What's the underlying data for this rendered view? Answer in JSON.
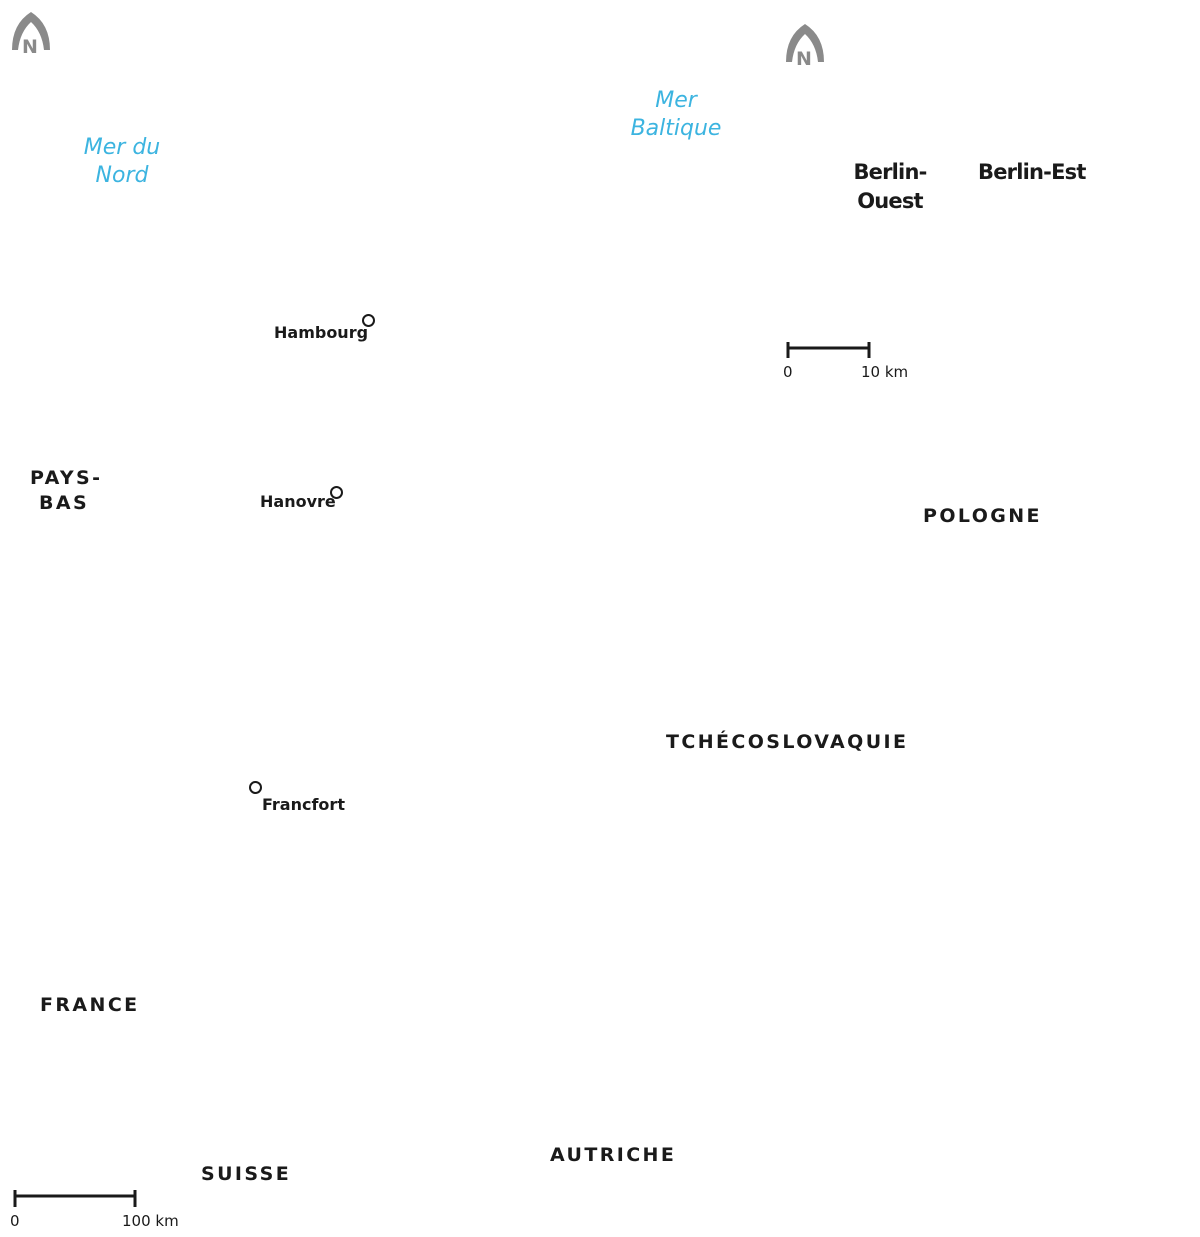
{
  "colors": {
    "sea_label": "#3cb4e0",
    "text": "#1a1a1a",
    "north_arrow": "#8a8a8a"
  },
  "left_map": {
    "north_arrow": {
      "icon": "north-arrow-icon",
      "label": "N"
    },
    "seas": {
      "north_sea": "Mer du\nNord"
    },
    "countries": {
      "netherlands": "PAYS-\nBAS",
      "france": "FRANCE",
      "switzerland": "SUISSE",
      "austria": "AUTRICHE",
      "czechoslovakia": "TCHÉCOSLOVAQUIE",
      "poland": "POLOGNE"
    },
    "cities": {
      "hamburg": "Hambourg",
      "hanover": "Hanovre",
      "frankfurt": "Francfort"
    },
    "scale_bar": {
      "start": "0",
      "end": "100 km"
    }
  },
  "right_map": {
    "north_arrow": {
      "icon": "north-arrow-icon",
      "label": "N"
    },
    "seas": {
      "baltic_sea": "Mer\nBaltique"
    },
    "sectors": {
      "west_berlin": "Berlin-\nOuest",
      "east_berlin": "Berlin-Est"
    },
    "scale_bar": {
      "start": "0",
      "end": "10 km"
    }
  }
}
